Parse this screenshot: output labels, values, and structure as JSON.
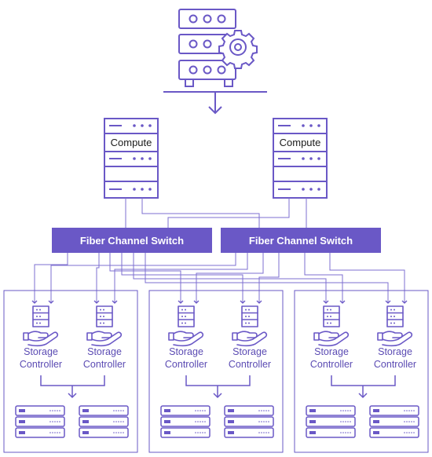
{
  "colors": {
    "primary": "#6a58c6",
    "wire": "#7d6fd0",
    "switch_fill": "#6a58c6",
    "label_text": "#5b4bb3",
    "background": "#ffffff"
  },
  "icons": {
    "top_server": "server-rack-gear-icon",
    "compute": "compute-server-icon",
    "controller": "storage-controller-hand-icon",
    "drive_shelf": "disk-shelf-icon",
    "arrow": "arrow-down-icon"
  },
  "compute_nodes": [
    {
      "label": "Compute"
    },
    {
      "label": "Compute"
    }
  ],
  "switches": [
    {
      "label": "Fiber Channel Switch"
    },
    {
      "label": "Fiber Channel Switch"
    }
  ],
  "storage_groups": [
    {
      "controllers": [
        {
          "line1": "Storage",
          "line2": "Controller"
        },
        {
          "line1": "Storage",
          "line2": "Controller"
        }
      ]
    },
    {
      "controllers": [
        {
          "line1": "Storage",
          "line2": "Controller"
        },
        {
          "line1": "Storage",
          "line2": "Controller"
        }
      ]
    },
    {
      "controllers": [
        {
          "line1": "Storage",
          "line2": "Controller"
        },
        {
          "line1": "Storage",
          "line2": "Controller"
        }
      ]
    }
  ]
}
